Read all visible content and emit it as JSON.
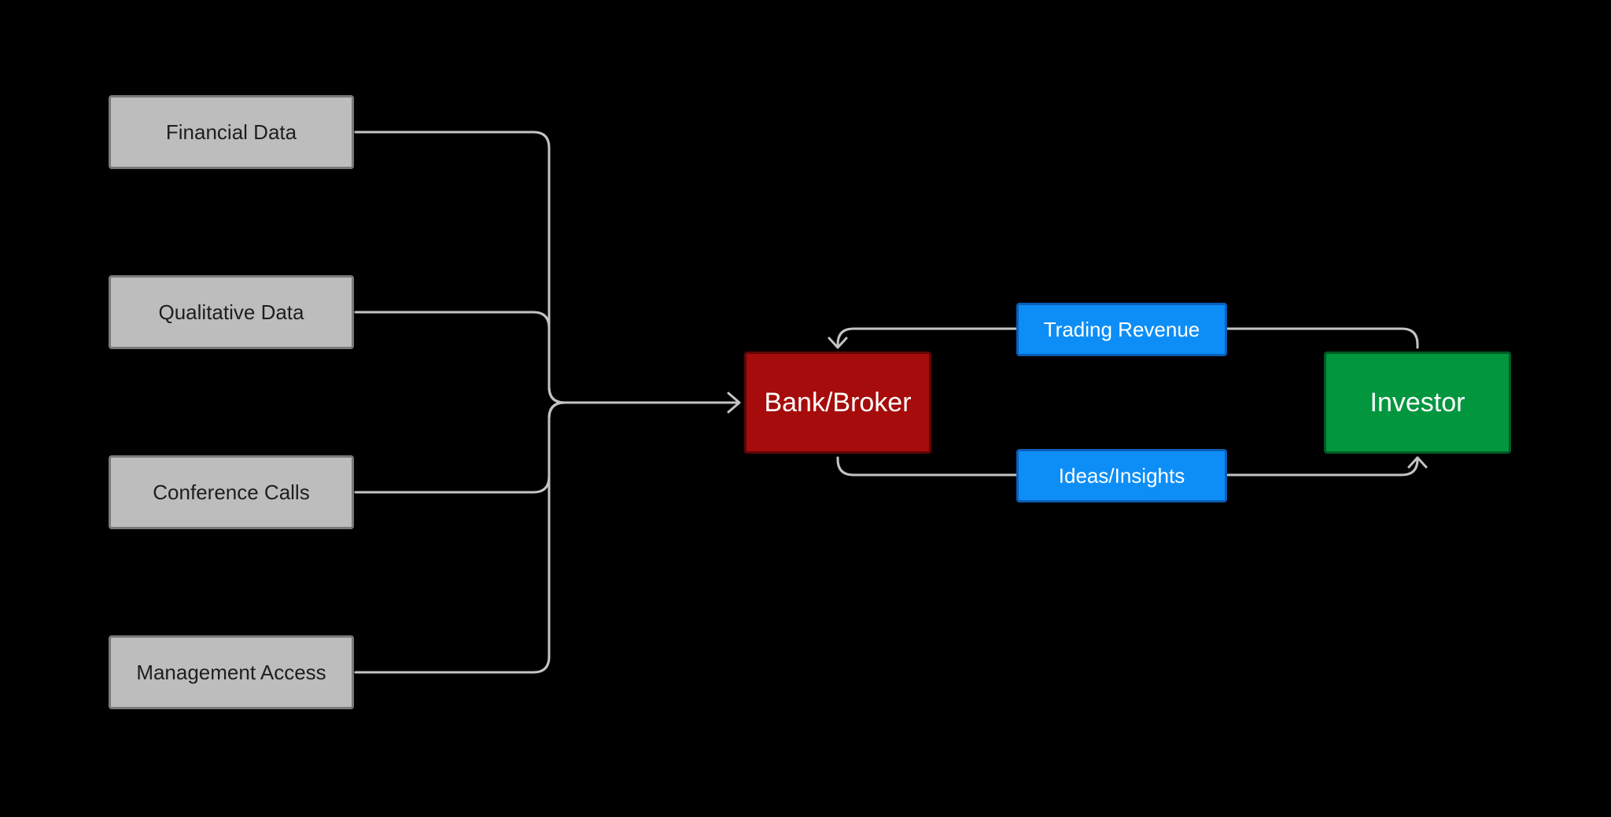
{
  "sources": [
    {
      "id": "financial",
      "label": "Financial Data"
    },
    {
      "id": "qualitative",
      "label": "Qualitative Data"
    },
    {
      "id": "conference",
      "label": "Conference Calls"
    },
    {
      "id": "management",
      "label": "Management Access"
    }
  ],
  "nodes": {
    "bank": "Bank/Broker",
    "investor": "Investor"
  },
  "flows": {
    "trading_revenue": "Trading Revenue",
    "ideas_insights": "Ideas/Insights"
  },
  "colors": {
    "background": "#000000",
    "connector": "#c4c4c4",
    "source_fill": "#bdbdbd",
    "bank_fill": "#a60c0c",
    "investor_fill": "#02963e",
    "flow_label_fill": "#0d8ef7"
  }
}
